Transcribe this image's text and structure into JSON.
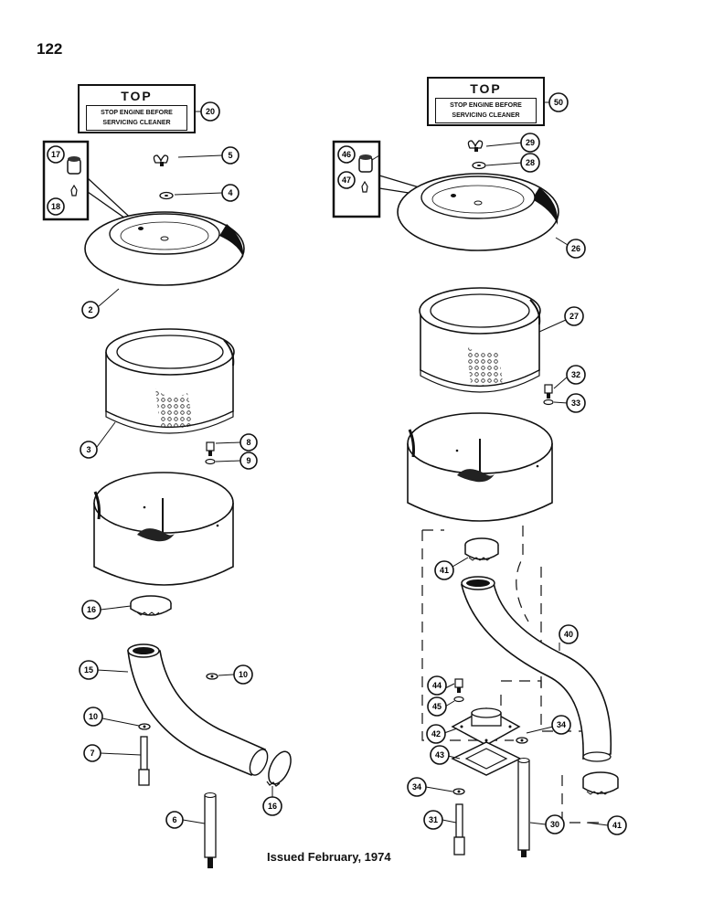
{
  "page": {
    "number": "122",
    "footer": "Issued February, 1974"
  },
  "decals": [
    {
      "id": "left",
      "heading": "TOP",
      "line1": "STOP ENGINE BEFORE",
      "line2": "SERVICING CLEANER"
    },
    {
      "id": "right",
      "heading": "TOP",
      "line1": "STOP ENGINE BEFORE",
      "line2": "SERVICING CLEANER"
    }
  ],
  "callouts": {
    "c2": "2",
    "c3": "3",
    "c4": "4",
    "c5": "5",
    "c6": "6",
    "c7": "7",
    "c8": "8",
    "c9": "9",
    "c10a": "10",
    "c10b": "10",
    "c15": "15",
    "c16a": "16",
    "c16b": "16",
    "c17": "17",
    "c18": "18",
    "c20": "20",
    "c26": "26",
    "c27": "27",
    "c28": "28",
    "c29": "29",
    "c30": "30",
    "c31": "31",
    "c32": "32",
    "c33": "33",
    "c34a": "34",
    "c34b": "34",
    "c40": "40",
    "c41a": "41",
    "c41b": "41",
    "c42": "42",
    "c43": "43",
    "c44": "44",
    "c45": "45",
    "c46": "46",
    "c47": "47",
    "c50": "50"
  }
}
